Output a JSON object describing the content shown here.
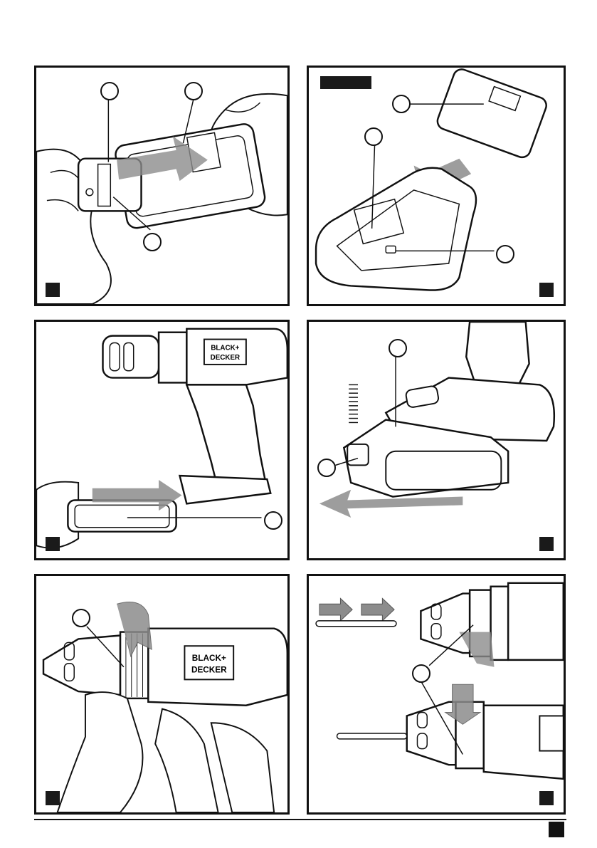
{
  "figures": [
    {
      "id": "fig-a",
      "callouts": 3,
      "content": "battery-status-check"
    },
    {
      "id": "fig-b",
      "callouts": 3,
      "content": "battery-into-charger"
    },
    {
      "id": "fig-c",
      "callouts": 1,
      "content": "battery-into-drill"
    },
    {
      "id": "fig-d",
      "callouts": 2,
      "content": "battery-removal"
    },
    {
      "id": "fig-e",
      "callouts": 1,
      "content": "chuck-tighten"
    },
    {
      "id": "fig-f",
      "callouts": 1,
      "content": "bit-insertion"
    }
  ],
  "brand": {
    "line1": "BLACK+",
    "line2": "DECKER"
  },
  "icons": [
    "hand-illustration",
    "battery-illustration",
    "charger-illustration",
    "drill-illustration",
    "direction-arrow",
    "drill-bit-illustration"
  ],
  "colors": {
    "ink": "#111111",
    "arrow_gray": "#8c8c8c",
    "badge": "#1a1a1a"
  }
}
